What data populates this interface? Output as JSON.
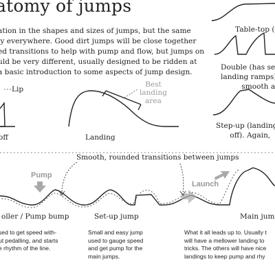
{
  "title": "atomy of jumps",
  "intro": "ation in the shapes and sizes of jumps, but the same\nly everywhere. Good dirt jumps will be close together\ned transitions to help with pump and flow, but jumps on\nuld be very different, usually designed to be ridden at\na basic introduction to some aspects of jump design.",
  "right_labels": {
    "table_top": "Table-top (o",
    "double": "Double (has sep\nlanding ramps). G\n         smooth ar",
    "step_up": "Step-up (landing\n      off). Again,"
  },
  "anatomy_labels": {
    "lip": "Lip",
    "best_landing_area": "Best\nlanding\narea",
    "takeoff_fragment": "off",
    "landing": "Landing"
  },
  "sequence_labels": {
    "transitions_note": "Smooth, rounded transitions between jumps",
    "pump": "Pump",
    "launch": "Launch",
    "roller_pump_bump": "oller / Pump bump",
    "set_up_jump": "Set-up jump",
    "main_jump": "Main jump"
  },
  "descriptions": {
    "roller": "sed to get speed with-\nut pedalling, and starts\ne rhythm of the line.",
    "set_up": "Small and easy jump\nused to gauge speed\nand get pump for the\nmain jumps.",
    "main": "What it all leads up to. Usually t\nwill have a mellower landing to\ntricks. The others will have nice\nlandings to keep pump and rhy"
  },
  "colors": {
    "ink": "#222222",
    "arrow_gray": "#a9a9a9",
    "line_gray": "#888888"
  }
}
